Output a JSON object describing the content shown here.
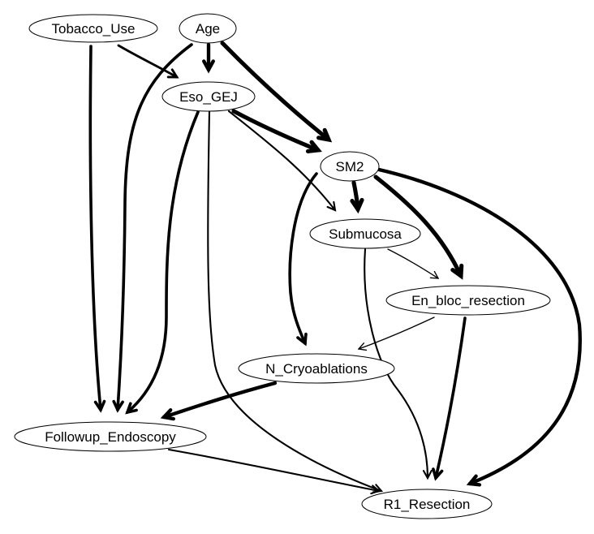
{
  "graph": {
    "type": "directed-acyclic-graph",
    "nodes": [
      {
        "id": "tobacco_use",
        "label": "Tobacco_Use"
      },
      {
        "id": "age",
        "label": "Age"
      },
      {
        "id": "eso_gej",
        "label": "Eso_GEJ"
      },
      {
        "id": "sm2",
        "label": "SM2"
      },
      {
        "id": "submucosa",
        "label": "Submucosa"
      },
      {
        "id": "en_bloc_resection",
        "label": "En_bloc_resection"
      },
      {
        "id": "n_cryoablations",
        "label": "N_Cryoablations"
      },
      {
        "id": "followup_endoscopy",
        "label": "Followup_Endoscopy"
      },
      {
        "id": "r1_resection",
        "label": "R1_Resection"
      }
    ],
    "edges": [
      {
        "from": "tobacco_use",
        "to": "eso_gej",
        "weight": 3
      },
      {
        "from": "tobacco_use",
        "to": "followup_endoscopy",
        "weight": 4
      },
      {
        "from": "age",
        "to": "eso_gej",
        "weight": 5
      },
      {
        "from": "age",
        "to": "sm2",
        "weight": 6
      },
      {
        "from": "age",
        "to": "followup_endoscopy",
        "weight": 4
      },
      {
        "from": "eso_gej",
        "to": "sm2",
        "weight": 6
      },
      {
        "from": "eso_gej",
        "to": "submucosa",
        "weight": 2
      },
      {
        "from": "eso_gej",
        "to": "followup_endoscopy",
        "weight": 4
      },
      {
        "from": "eso_gej",
        "to": "r1_resection",
        "weight": 2
      },
      {
        "from": "sm2",
        "to": "submucosa",
        "weight": 6
      },
      {
        "from": "sm2",
        "to": "en_bloc_resection",
        "weight": 6
      },
      {
        "from": "sm2",
        "to": "n_cryoablations",
        "weight": 4
      },
      {
        "from": "sm2",
        "to": "r1_resection",
        "weight": 5
      },
      {
        "from": "submucosa",
        "to": "en_bloc_resection",
        "weight": 1
      },
      {
        "from": "submucosa",
        "to": "r1_resection",
        "weight": 2
      },
      {
        "from": "en_bloc_resection",
        "to": "n_cryoablations",
        "weight": 1
      },
      {
        "from": "en_bloc_resection",
        "to": "r1_resection",
        "weight": 4
      },
      {
        "from": "n_cryoablations",
        "to": "followup_endoscopy",
        "weight": 5
      },
      {
        "from": "followup_endoscopy",
        "to": "r1_resection",
        "weight": 2
      }
    ]
  }
}
